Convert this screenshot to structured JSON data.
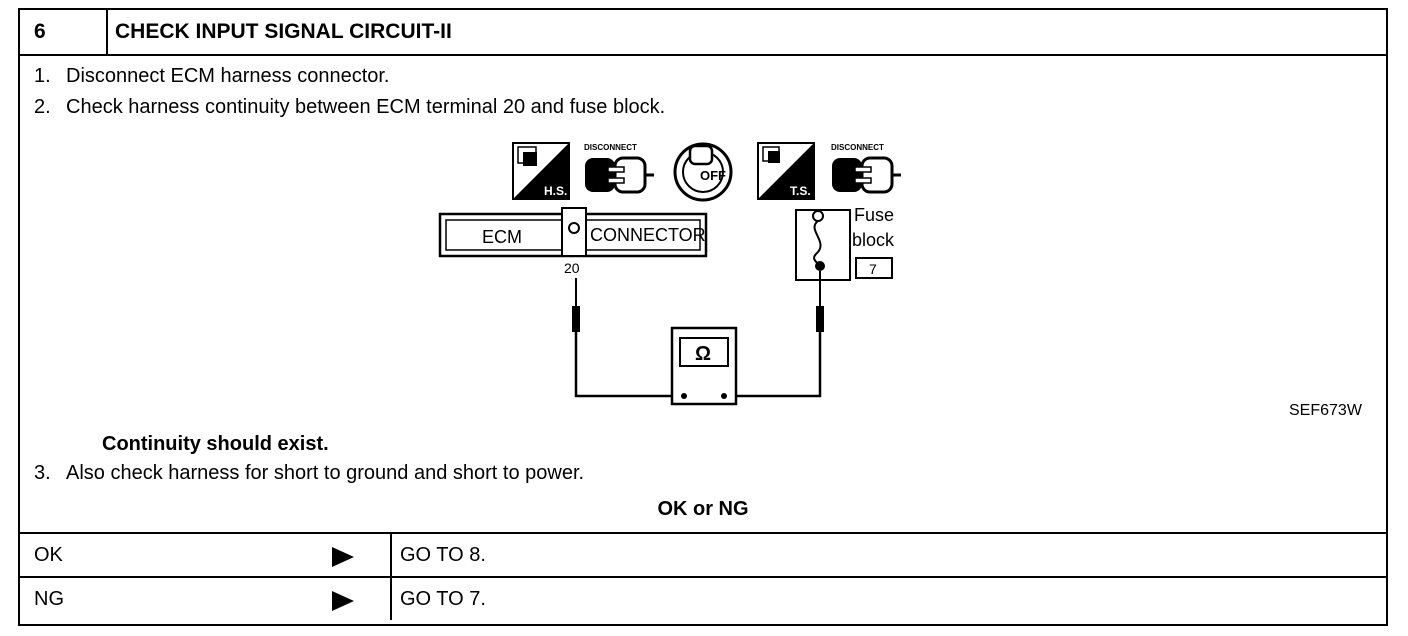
{
  "step": {
    "number": "6",
    "title": "CHECK INPUT SIGNAL CIRCUIT-II"
  },
  "instructions": [
    {
      "num": "1.",
      "text": "Disconnect ECM harness connector."
    },
    {
      "num": "2.",
      "text": "Check harness continuity between ECM terminal 20 and fuse block."
    }
  ],
  "diagram": {
    "icons": [
      {
        "name": "harness-side-icon",
        "label": "H.S."
      },
      {
        "name": "disconnect-connector-icon",
        "label": "DISCONNECT"
      },
      {
        "name": "ignition-key-off-icon",
        "label": "OFF"
      },
      {
        "name": "terminal-side-icon",
        "label": "T.S."
      },
      {
        "name": "disconnect-connector-icon-2",
        "label": "DISCONNECT"
      }
    ],
    "ecm_label": "ECM",
    "connector_label": "CONNECTOR",
    "terminal_number": "20",
    "fuse_label_line1": "Fuse",
    "fuse_label_line2": "block",
    "fuse_number": "7",
    "meter_symbol": "Ω",
    "reference_code": "SEF673W"
  },
  "expected": "Continuity should exist.",
  "instruction3": {
    "num": "3.",
    "text": "Also check harness for short to ground and short to power."
  },
  "result_header": "OK or NG",
  "results": [
    {
      "status": "OK",
      "action": "GO TO 8."
    },
    {
      "status": "NG",
      "action": "GO TO 7."
    }
  ]
}
